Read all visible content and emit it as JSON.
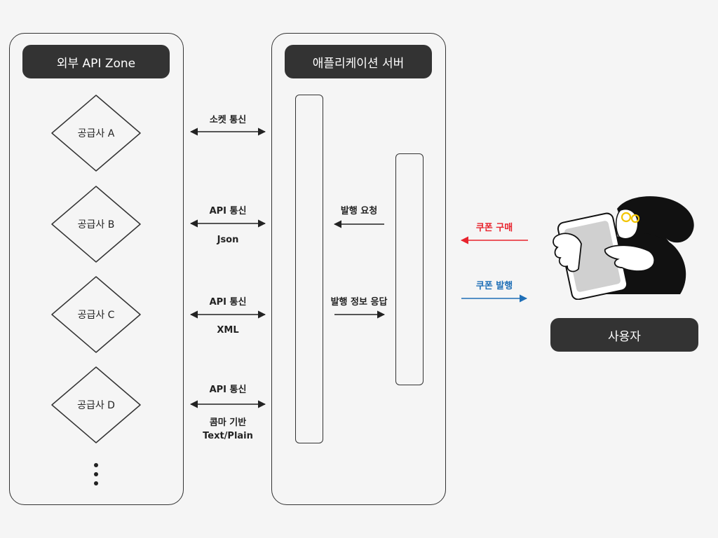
{
  "external_zone": {
    "title": "외부 API Zone",
    "suppliers": [
      {
        "label": "공급사 A"
      },
      {
        "label": "공급사 B"
      },
      {
        "label": "공급사 C"
      },
      {
        "label": "공급사 D"
      }
    ]
  },
  "app_server": {
    "title": "애플리케이션 서버"
  },
  "connections": [
    {
      "top": "소켓 통신",
      "bottom": ""
    },
    {
      "top": "API 통신",
      "bottom": "Json"
    },
    {
      "top": "API 통신",
      "bottom": "XML"
    },
    {
      "top": "API 통신",
      "bottom": "콤마 기반",
      "bottom2": "Text/Plain"
    }
  ],
  "internal": {
    "request": "발행 요청",
    "response": "발행 정보 응답"
  },
  "user_flow": {
    "purchase": {
      "label": "쿠폰 구매",
      "color": "#e8232d"
    },
    "issue": {
      "label": "쿠폰 발행",
      "color": "#1f6fb7"
    }
  },
  "user": {
    "label": "사용자"
  }
}
